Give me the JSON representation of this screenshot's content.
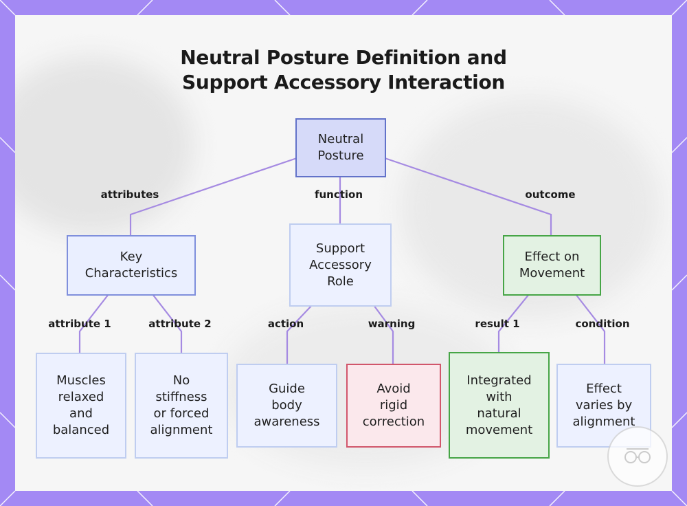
{
  "title": "Neutral Posture Definition and\nSupport Accessory Interaction",
  "nodes": {
    "root": "Neutral\nPosture",
    "key_characteristics": "Key\nCharacteristics",
    "support_role": "Support\nAccessory\nRole",
    "effect_movement": "Effect on\nMovement",
    "muscles": "Muscles\nrelaxed\nand\nbalanced",
    "no_stiffness": "No\nstiffness\nor forced\nalignment",
    "guide": "Guide\nbody\nawareness",
    "avoid": "Avoid\nrigid\ncorrection",
    "integrated": "Integrated\nwith\nnatural\nmovement",
    "effect_varies": "Effect\nvaries by\nalignment"
  },
  "edges": {
    "attributes": "attributes",
    "function": "function",
    "outcome": "outcome",
    "attribute1": "attribute 1",
    "attribute2": "attribute 2",
    "action": "action",
    "warning": "warning",
    "result1": "result 1",
    "condition": "condition"
  },
  "colors": {
    "frame": "#a389f4",
    "connector": "#a58ae2",
    "root_fill": "#d6daf9",
    "green_border": "#46a546",
    "red_border": "#d1566b"
  },
  "logo_icon": "watermark-logo-icon"
}
